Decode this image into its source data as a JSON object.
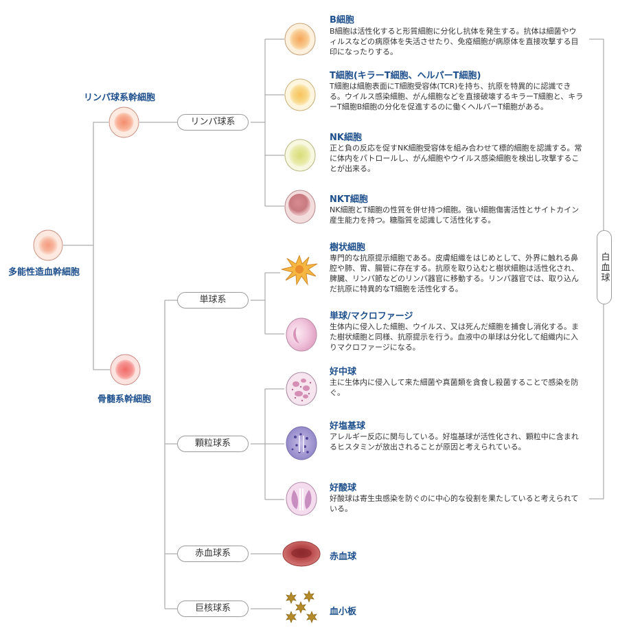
{
  "stems": {
    "hematopoietic": "多能性造血幹細胞",
    "lymphoid": "リンパ球系幹細胞",
    "myeloid": "骨髄系幹細胞"
  },
  "lineages": {
    "lymphocyte": "リンパ球系",
    "monocyte": "単球系",
    "granulocyte": "顆粒球系",
    "erythrocyte": "赤血球系",
    "megakaryocyte": "巨核球系"
  },
  "white_blood_cell_label": "白血球",
  "cells": {
    "b_cell": {
      "title": "B細胞",
      "desc": "B細胞は活性化すると形質細胞に分化し抗体を発生する。抗体は細菌やウィルスなどの病原体を失活させたり、免疫細胞が病原体を直接攻撃する目印になったりする。"
    },
    "t_cell": {
      "title": "T細胞(キラーT細胞、ヘルパーT細胞)",
      "desc": "T細胞は細胞表面にT細胞受容体(TCR)を持ち、抗原を特異的に認識できる。ウイルス感染細胞、がん細胞などを直接破壊するキラーT細胞と、キラーT細胞B細胞の分化を促進するのに働くヘルパーT細胞がある。"
    },
    "nk_cell": {
      "title": "NK細胞",
      "desc": "正と負の反応を促すNK細胞受容体を組み合わせて標的細胞を認識する。常に体内をパトロールし、がん細胞やウイルス感染細胞を検出し攻撃することが出来る。"
    },
    "nkt_cell": {
      "title": "NKT細胞",
      "desc": "NK細胞とT細胞の性質を併せ持つ細胞。強い細胞傷害活性とサイトカイン産生能力を持つ。糖脂質を認識して活性化する。"
    },
    "dendritic": {
      "title": "樹状細胞",
      "desc": "専門的な抗原提示細胞である。皮膚組織をはじめとして、外界に触れる鼻腔や肺、胃、腸管に存在する。抗原を取り込むと樹状細胞は活性化され、脾臓、リンパ節などのリンパ器官に移動する。リンパ器官では、取り込んだ抗原に特異的なT細胞を活性化する。"
    },
    "macrophage": {
      "title": "単球/マクロファージ",
      "desc": "生体内に侵入した細胞、ウイルス、又は死んだ細胞を捕食し消化する。また樹状細胞と同様、抗原提示を行う。血液中の単球は分化して組織内に入りマクロファージになる。"
    },
    "neutrophil": {
      "title": "好中球",
      "desc": "主に生体内に侵入して来た細菌や真菌類を貪食し殺菌することで感染を防ぐ。"
    },
    "basophil": {
      "title": "好塩基球",
      "desc": "アレルギー反応に関与している。好塩基球が活性化され、顆粒中に含まれるヒスタミンが放出されることが原因と考えられている。"
    },
    "eosinophil": {
      "title": "好酸球",
      "desc": "好酸球は寄生虫感染を防ぐのに中心的な役割を果たしていると考えられている。"
    }
  },
  "leaves": {
    "rbc": "赤血球",
    "platelet": "血小板"
  },
  "colors": {
    "accent_text": "#1d4f8c",
    "line": "#9a9a9a"
  }
}
